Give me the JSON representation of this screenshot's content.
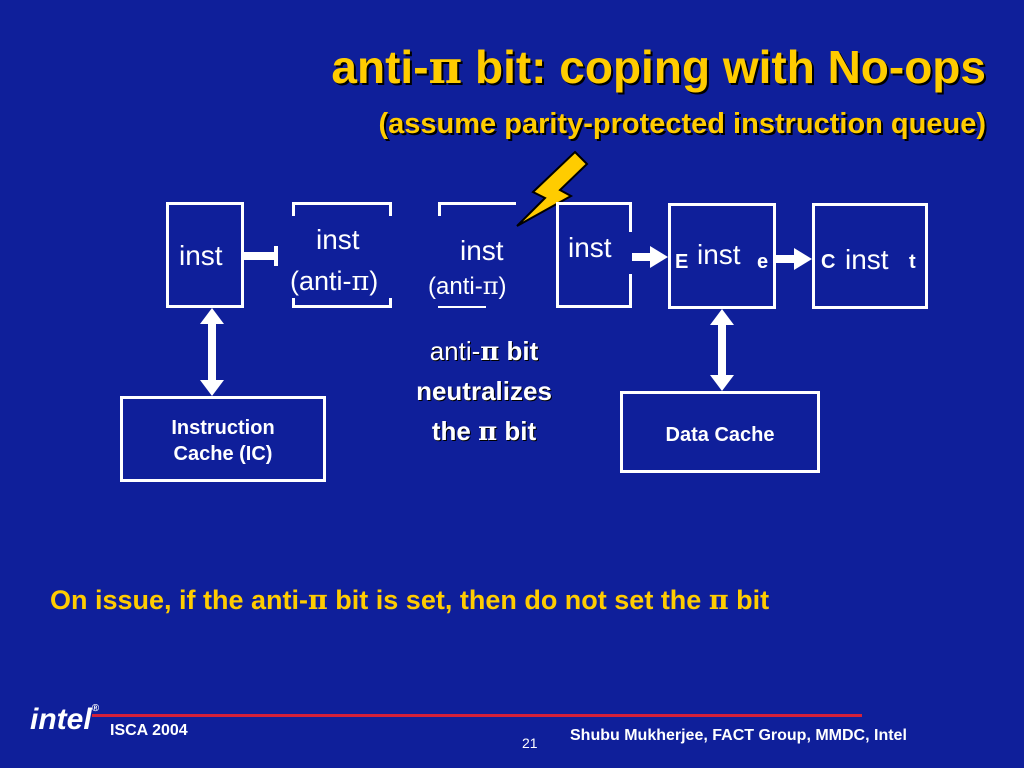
{
  "title": {
    "prefix": "anti-",
    "pi": "π",
    "rest": " bit: coping with No-ops"
  },
  "subtitle": "(assume parity-protected instruction queue)",
  "pipeline": {
    "stage1": "inst",
    "stage2_line1": "inst",
    "stage2_line2_prefix": "(anti-",
    "stage2_line2_pi": "π",
    "stage2_line2_suffix": ")",
    "stage3_line1": "inst",
    "stage3_line2_prefix": "(anti-",
    "stage3_line2_pi": "π",
    "stage3_line2_suffix": ")",
    "stage4": "inst",
    "stage5": "inst",
    "stage5_left_fragment": "E",
    "stage5_right_fragment": "e",
    "stage6": "inst",
    "stage6_left_fragment": "C",
    "stage6_right_fragment": "t"
  },
  "caches": {
    "instruction_cache_line1": "Instruction",
    "instruction_cache_line2": "Cache (IC)",
    "data_cache": "Data Cache"
  },
  "callout": {
    "line1_prefix": "anti-",
    "line1_pi": "π",
    "line1_bold": " bit",
    "line2": "neutralizes",
    "line3_prefix": "the ",
    "line3_pi": "π",
    "line3_suffix": " bit"
  },
  "bottom_note": {
    "part1": "On issue, if the anti-",
    "pi1": "π",
    "part2": " bit is set, then do not set the ",
    "pi2": "π",
    "part3": " bit"
  },
  "footer": {
    "logo": "intel",
    "registered": "®",
    "conference": "ISCA 2004",
    "page_number": "21",
    "author": "Shubu Mukherjee, FACT Group, MMDC, Intel"
  },
  "colors": {
    "background": "#0f1f9a",
    "accent": "#ffcc00",
    "foreground": "#ffffff"
  }
}
